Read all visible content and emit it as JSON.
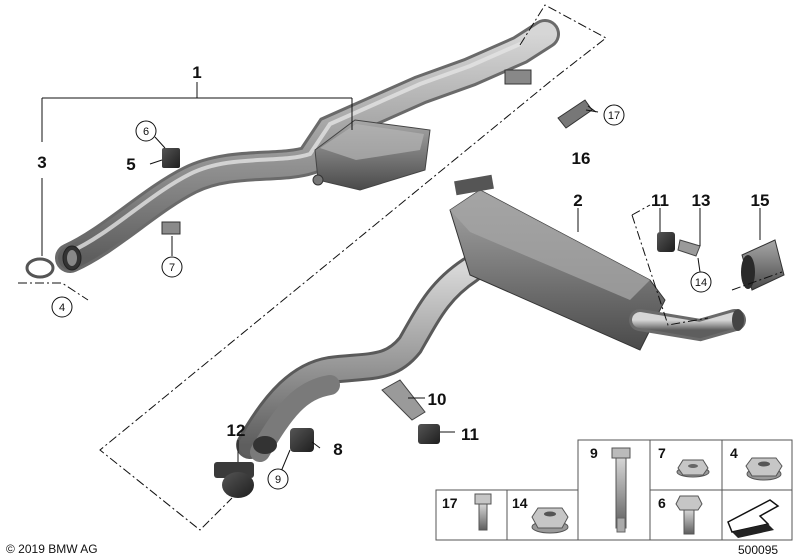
{
  "diagram": {
    "callouts": {
      "c1": "1",
      "c2": "2",
      "c3": "3",
      "c4": "4",
      "c5": "5",
      "c6": "6",
      "c7": "7",
      "c8": "8",
      "c9": "9",
      "c10": "10",
      "c11a": "11",
      "c11b": "11",
      "c12": "12",
      "c13": "13",
      "c14": "14",
      "c15": "15",
      "c16": "16",
      "c17": "17"
    },
    "hardware_table": {
      "top_row": [
        "9",
        "7",
        "4"
      ],
      "bottom_row": [
        "17",
        "14",
        "6"
      ]
    }
  },
  "footer": {
    "copyright": "© 2019 BMW AG",
    "diagram_number": "500095"
  }
}
